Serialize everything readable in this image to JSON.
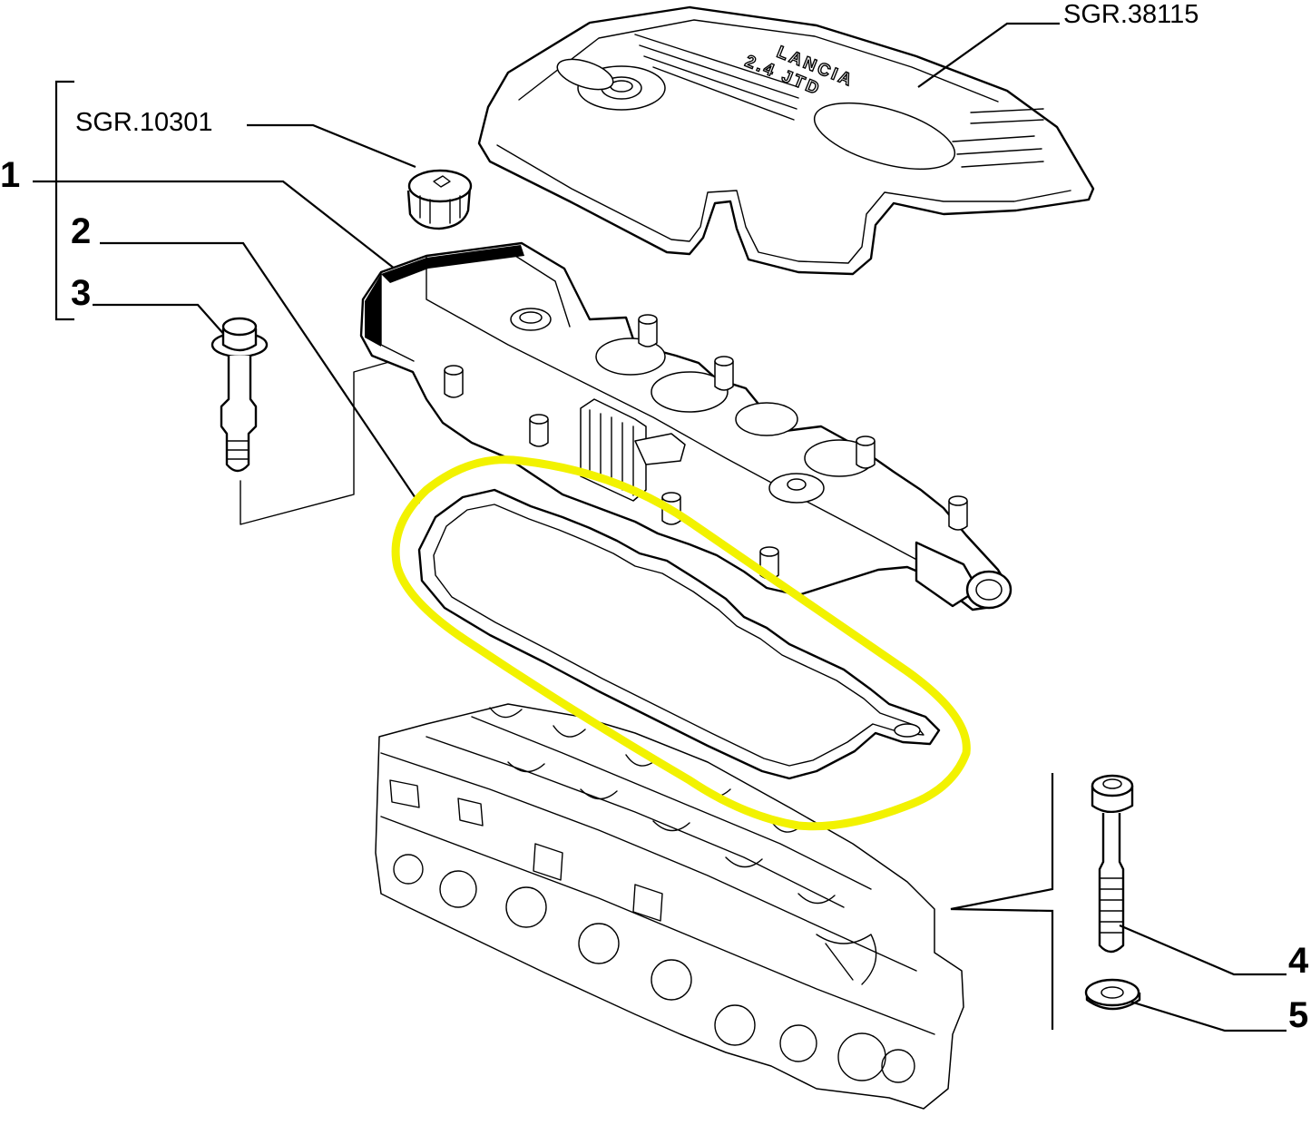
{
  "callouts": {
    "engine_cover_ref": "SGR.38115",
    "oil_cap_ref": "SGR.10301",
    "item_1": "1",
    "item_2": "2",
    "item_3": "3",
    "item_4": "4",
    "item_5": "5"
  },
  "cover_lettering": {
    "brand": "LANCIA",
    "engine": "2.4 JTD"
  },
  "highlight": {
    "target": "valve cover gasket",
    "color": "#f2f200"
  }
}
